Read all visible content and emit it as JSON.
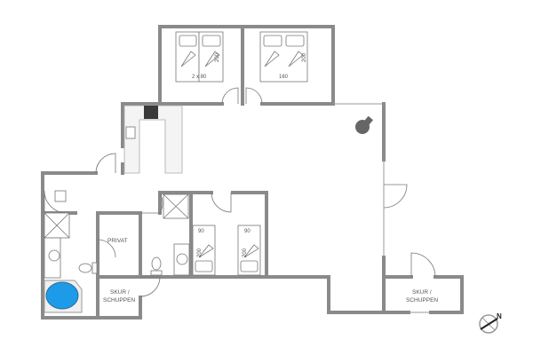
{
  "rooms": {
    "privat": "PRIVAT",
    "shed_left_line1": "SKUR /",
    "shed_left_line2": "SCHUPPEN",
    "shed_right_line1": "SKUR /",
    "shed_right_line2": "SCHUPPEN"
  },
  "beds": {
    "bedroom1_width": "2 x 80",
    "bedroom1_length_a": "200",
    "bedroom1_length_b": "200",
    "bedroom2_width": "160",
    "bedroom2_length": "200",
    "bedroom3_width": "90",
    "bedroom3_length": "200",
    "bedroom4_width": "90",
    "bedroom4_length": "200"
  },
  "compass": {
    "north_label": "N"
  },
  "colors": {
    "wall": "#8a8a8a",
    "bathtub": "#1e9be8",
    "stove": "#3a3a3a"
  }
}
